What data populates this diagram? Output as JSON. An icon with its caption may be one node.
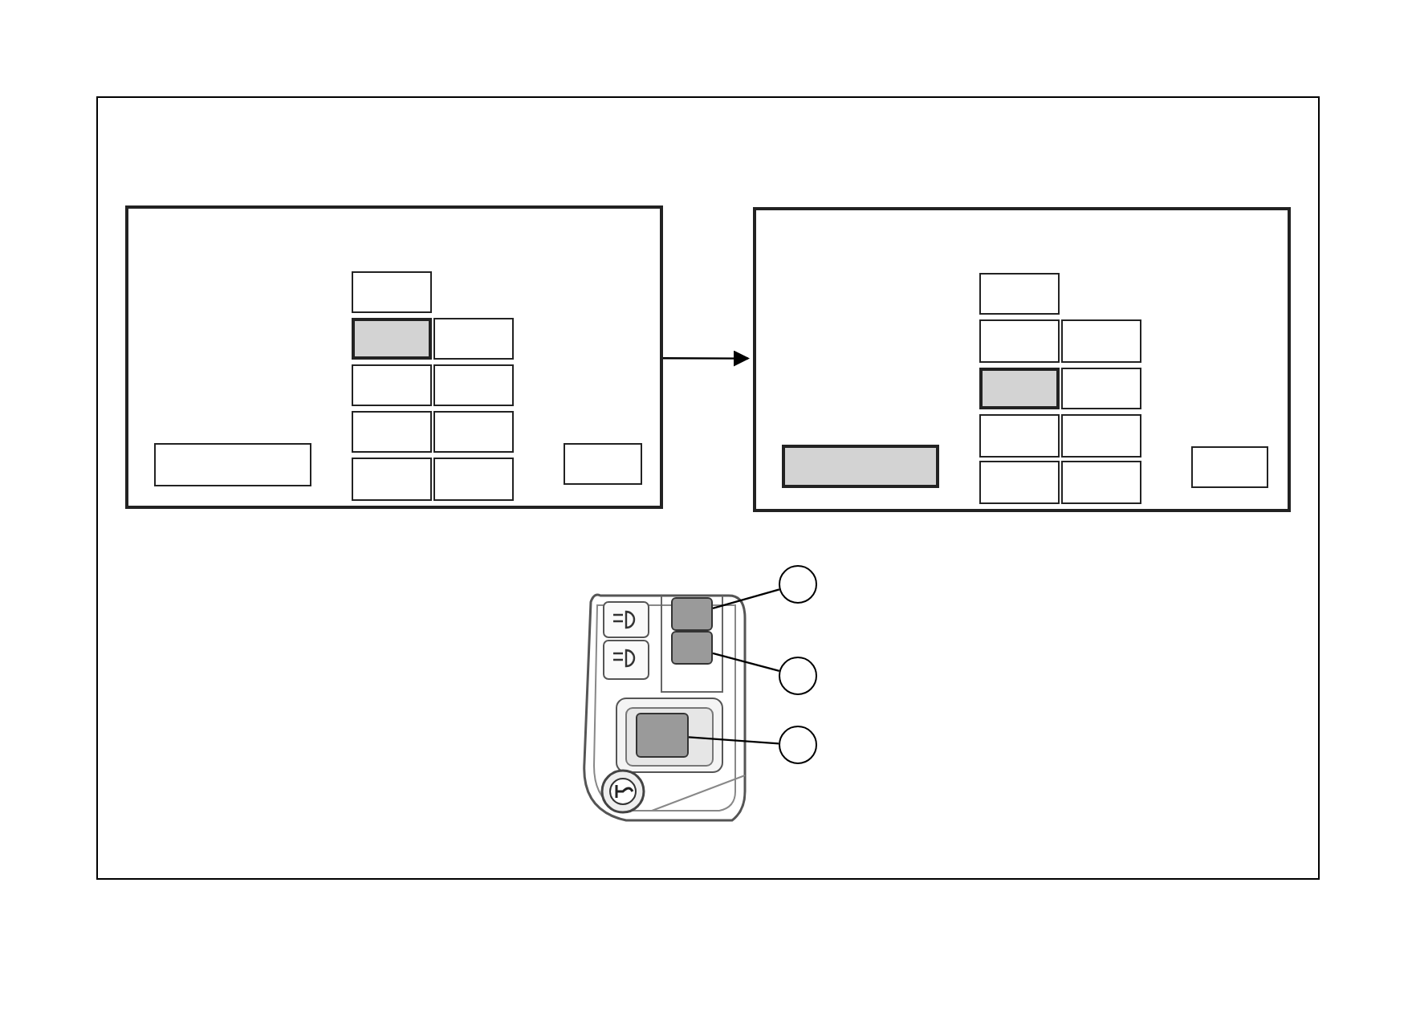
{
  "diagram": {
    "nodes": [
      {
        "text": [],
        "shape": "box"
      },
      {
        "text": [],
        "shape": "box",
        "in": 0
      },
      {
        "text": [],
        "shape": "box",
        "in": 0
      },
      {
        "text": [],
        "shape": "box",
        "in": 0
      },
      {
        "text": [],
        "shape": "box",
        "in": 0
      },
      {
        "text": [],
        "shape": "box",
        "in": 0
      },
      {
        "text": [],
        "shape": "box",
        "in": 0
      },
      {
        "text": [],
        "shape": "box",
        "in": 0
      },
      {
        "text": [],
        "shape": "box",
        "in": 0
      },
      {
        "text": [],
        "shape": "box",
        "in": 0
      },
      {
        "text": [],
        "shape": "box",
        "in": 0
      },
      {
        "text": [],
        "shape": "box",
        "in": 0
      },
      {
        "text": [],
        "shape": "box"
      },
      {
        "text": [],
        "shape": "box",
        "in": 12
      },
      {
        "text": [],
        "shape": "box",
        "in": 12
      },
      {
        "text": [],
        "shape": "box",
        "in": 12
      },
      {
        "text": [],
        "shape": "box",
        "in": 12
      },
      {
        "text": [],
        "shape": "box",
        "in": 12
      },
      {
        "text": [],
        "shape": "box",
        "in": 12
      },
      {
        "text": [],
        "shape": "box",
        "in": 12
      },
      {
        "text": [],
        "shape": "box",
        "in": 12
      },
      {
        "text": [],
        "shape": "box",
        "in": 12
      },
      {
        "text": [],
        "shape": "box",
        "in": 12
      },
      {
        "text": [],
        "shape": "box",
        "in": 12
      },
      {
        "text": [],
        "shape": "picture"
      },
      {
        "text": [],
        "shape": "box",
        "in": 24
      },
      {
        "text": [],
        "shape": "box",
        "in": 24
      },
      {
        "text": [],
        "shape": "box",
        "in": 24
      },
      {
        "text": [],
        "shape": "circle"
      },
      {
        "text": [],
        "shape": "circle"
      },
      {
        "text": [],
        "shape": "circle"
      }
    ],
    "edges": [
      {
        "from": 0,
        "to": 12,
        "arrow": "to"
      },
      {
        "from": 28,
        "to": 25,
        "arrow": "none"
      },
      {
        "from": 29,
        "to": 26,
        "arrow": "none"
      },
      {
        "from": 30,
        "to": 27,
        "arrow": "none"
      }
    ]
  }
}
